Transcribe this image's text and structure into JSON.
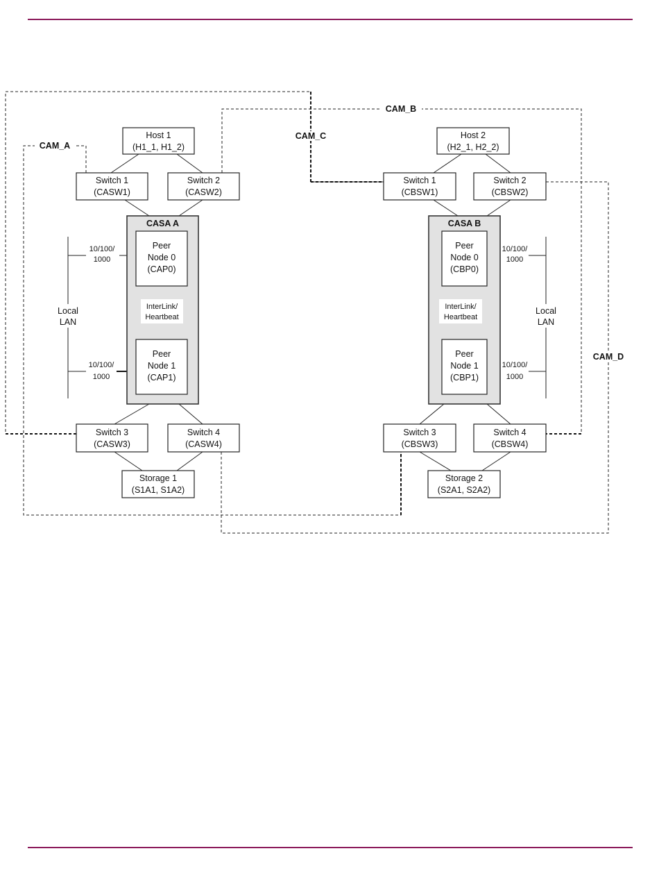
{
  "diagram": {
    "site_a": {
      "host": {
        "name": "Host 1",
        "ids": "(H1_1, H1_2)"
      },
      "switch1": {
        "name": "Switch 1",
        "id": "(CASW1)"
      },
      "switch2": {
        "name": "Switch 2",
        "id": "(CASW2)"
      },
      "switch3": {
        "name": "Switch 3",
        "id": "(CASW3)"
      },
      "switch4": {
        "name": "Switch 4",
        "id": "(CASW4)"
      },
      "casa": "CASA A",
      "peer0": {
        "l1": "Peer",
        "l2": "Node 0",
        "l3": "(CAP0)"
      },
      "peer1": {
        "l1": "Peer",
        "l2": "Node 1",
        "l3": "(CAP1)"
      },
      "interlink": {
        "l1": "InterLink/",
        "l2": "Heartbeat"
      },
      "speed_top": {
        "l1": "10/100/",
        "l2": "1000"
      },
      "speed_bottom": {
        "l1": "10/100/",
        "l2": "1000"
      },
      "lan": {
        "l1": "Local",
        "l2": "LAN"
      },
      "storage": {
        "name": "Storage 1",
        "ids": "(S1A1, S1A2)"
      }
    },
    "site_b": {
      "host": {
        "name": "Host 2",
        "ids": "(H2_1, H2_2)"
      },
      "switch1": {
        "name": "Switch 1",
        "id": "(CBSW1)"
      },
      "switch2": {
        "name": "Switch 2",
        "id": "(CBSW2)"
      },
      "switch3": {
        "name": "Switch 3",
        "id": "(CBSW3)"
      },
      "switch4": {
        "name": "Switch 4",
        "id": "(CBSW4)"
      },
      "casa": "CASA B",
      "peer0": {
        "l1": "Peer",
        "l2": "Node 0",
        "l3": "(CBP0)"
      },
      "peer1": {
        "l1": "Peer",
        "l2": "Node 1",
        "l3": "(CBP1)"
      },
      "interlink": {
        "l1": "InterLink/",
        "l2": "Heartbeat"
      },
      "speed_top": {
        "l1": "10/100/",
        "l2": "1000"
      },
      "speed_bottom": {
        "l1": "10/100/",
        "l2": "1000"
      },
      "lan": {
        "l1": "Local",
        "l2": "LAN"
      },
      "storage": {
        "name": "Storage 2",
        "ids": "(S2A1, S2A2)"
      }
    },
    "cam_links": {
      "cam_a": "CAM_A",
      "cam_b": "CAM_B",
      "cam_c": "CAM_C",
      "cam_d": "CAM_D"
    }
  }
}
